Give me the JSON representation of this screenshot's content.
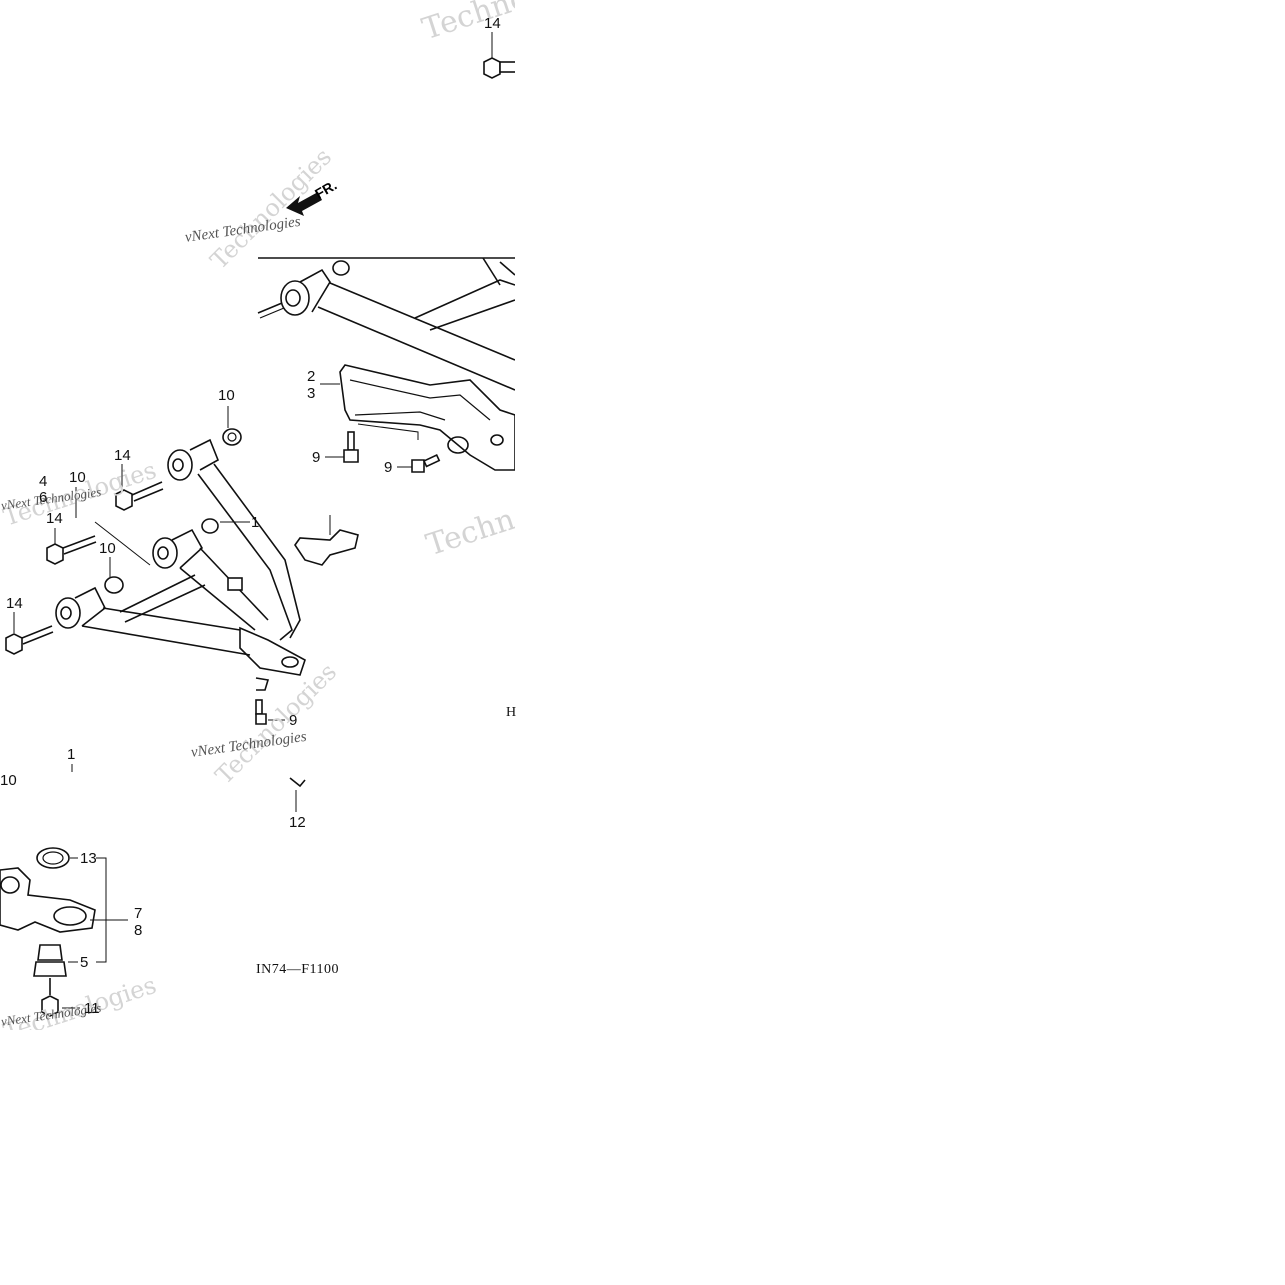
{
  "diagram_code": "IN74—F1100",
  "corner_label": "H",
  "direction_label": "FR.",
  "watermarks": {
    "large": "Technologies",
    "small": "vNext Technologies"
  },
  "callouts": {
    "c14_top": "14",
    "c2": "2",
    "c3": "3",
    "c9_a": "9",
    "c9_b": "9",
    "c9_c": "9",
    "c10_a": "10",
    "c10_b": "10",
    "c10_c": "10",
    "c10_d": "10",
    "c4": "4",
    "c6": "6",
    "c14_a": "14",
    "c14_b": "14",
    "c14_c": "14",
    "c1_a": "1",
    "c1_b": "1",
    "c12": "12",
    "c13": "13",
    "c7": "7",
    "c8": "8",
    "c5": "5",
    "c11": "11"
  }
}
